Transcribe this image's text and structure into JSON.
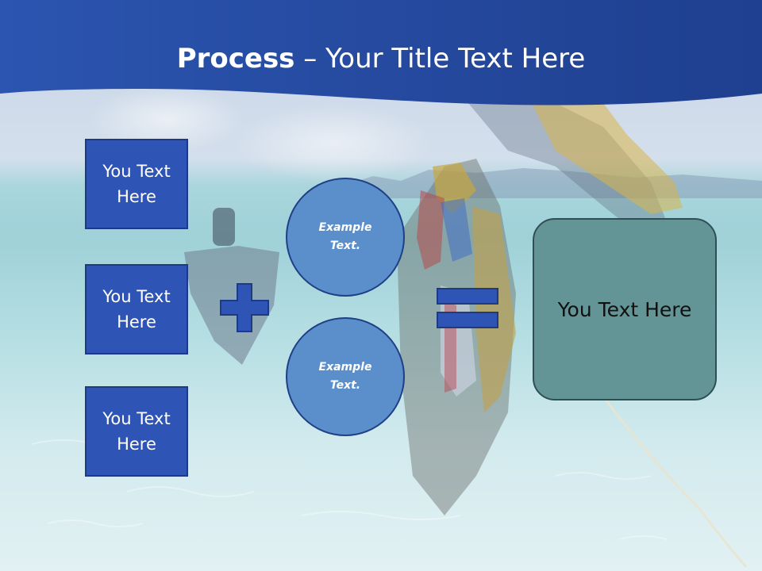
{
  "slide": {
    "title_bold": "Process",
    "title_rest": " – Your Title Text Here",
    "boxes": [
      {
        "line1": "You Text",
        "line2": "Here"
      },
      {
        "line1": "You Text",
        "line2": "Here"
      },
      {
        "line1": "You Text",
        "line2": "Here"
      }
    ],
    "circles": [
      {
        "line1": "Example",
        "line2": "Text."
      },
      {
        "line1": "Example",
        "line2": "Text."
      }
    ],
    "result": "You Text Here"
  },
  "colors": {
    "header_blue": "#2a4fa8",
    "box_fill": "#2e54b6",
    "circle_fill": "#5b8fcb",
    "operator_fill": "#2e54b6",
    "result_fill": "#649596"
  },
  "icons": [
    "plus-icon",
    "equals-icon"
  ]
}
